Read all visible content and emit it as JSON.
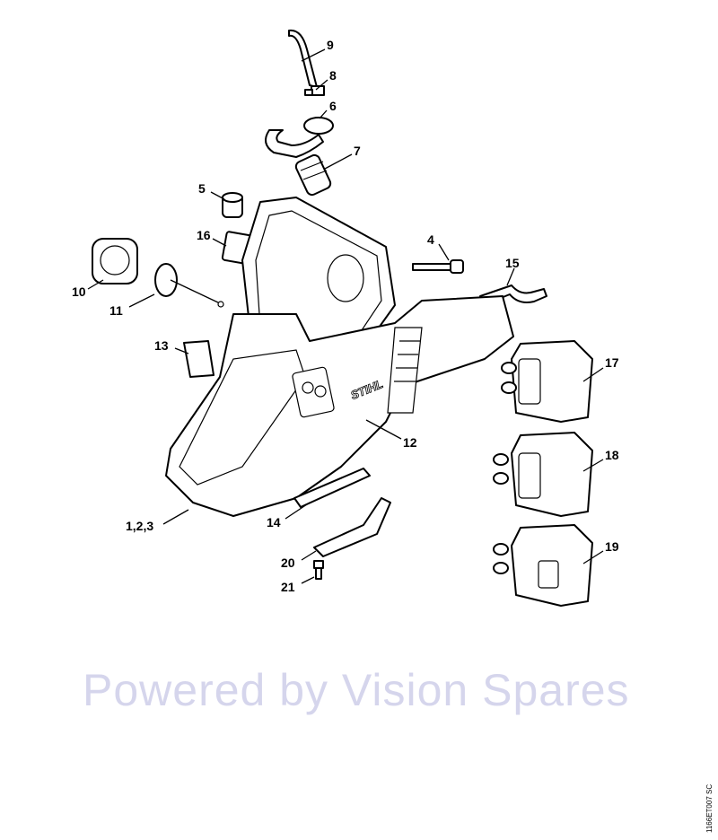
{
  "diagram": {
    "callouts": [
      "9",
      "8",
      "6",
      "7",
      "5",
      "16",
      "4",
      "15",
      "10",
      "11",
      "13",
      "17",
      "12",
      "18",
      "1,2,3",
      "14",
      "19",
      "20",
      "21"
    ],
    "brand_logo": "STIHL",
    "watermark": "Powered by Vision Spares",
    "drawing_code": "1166ET007 SC"
  }
}
